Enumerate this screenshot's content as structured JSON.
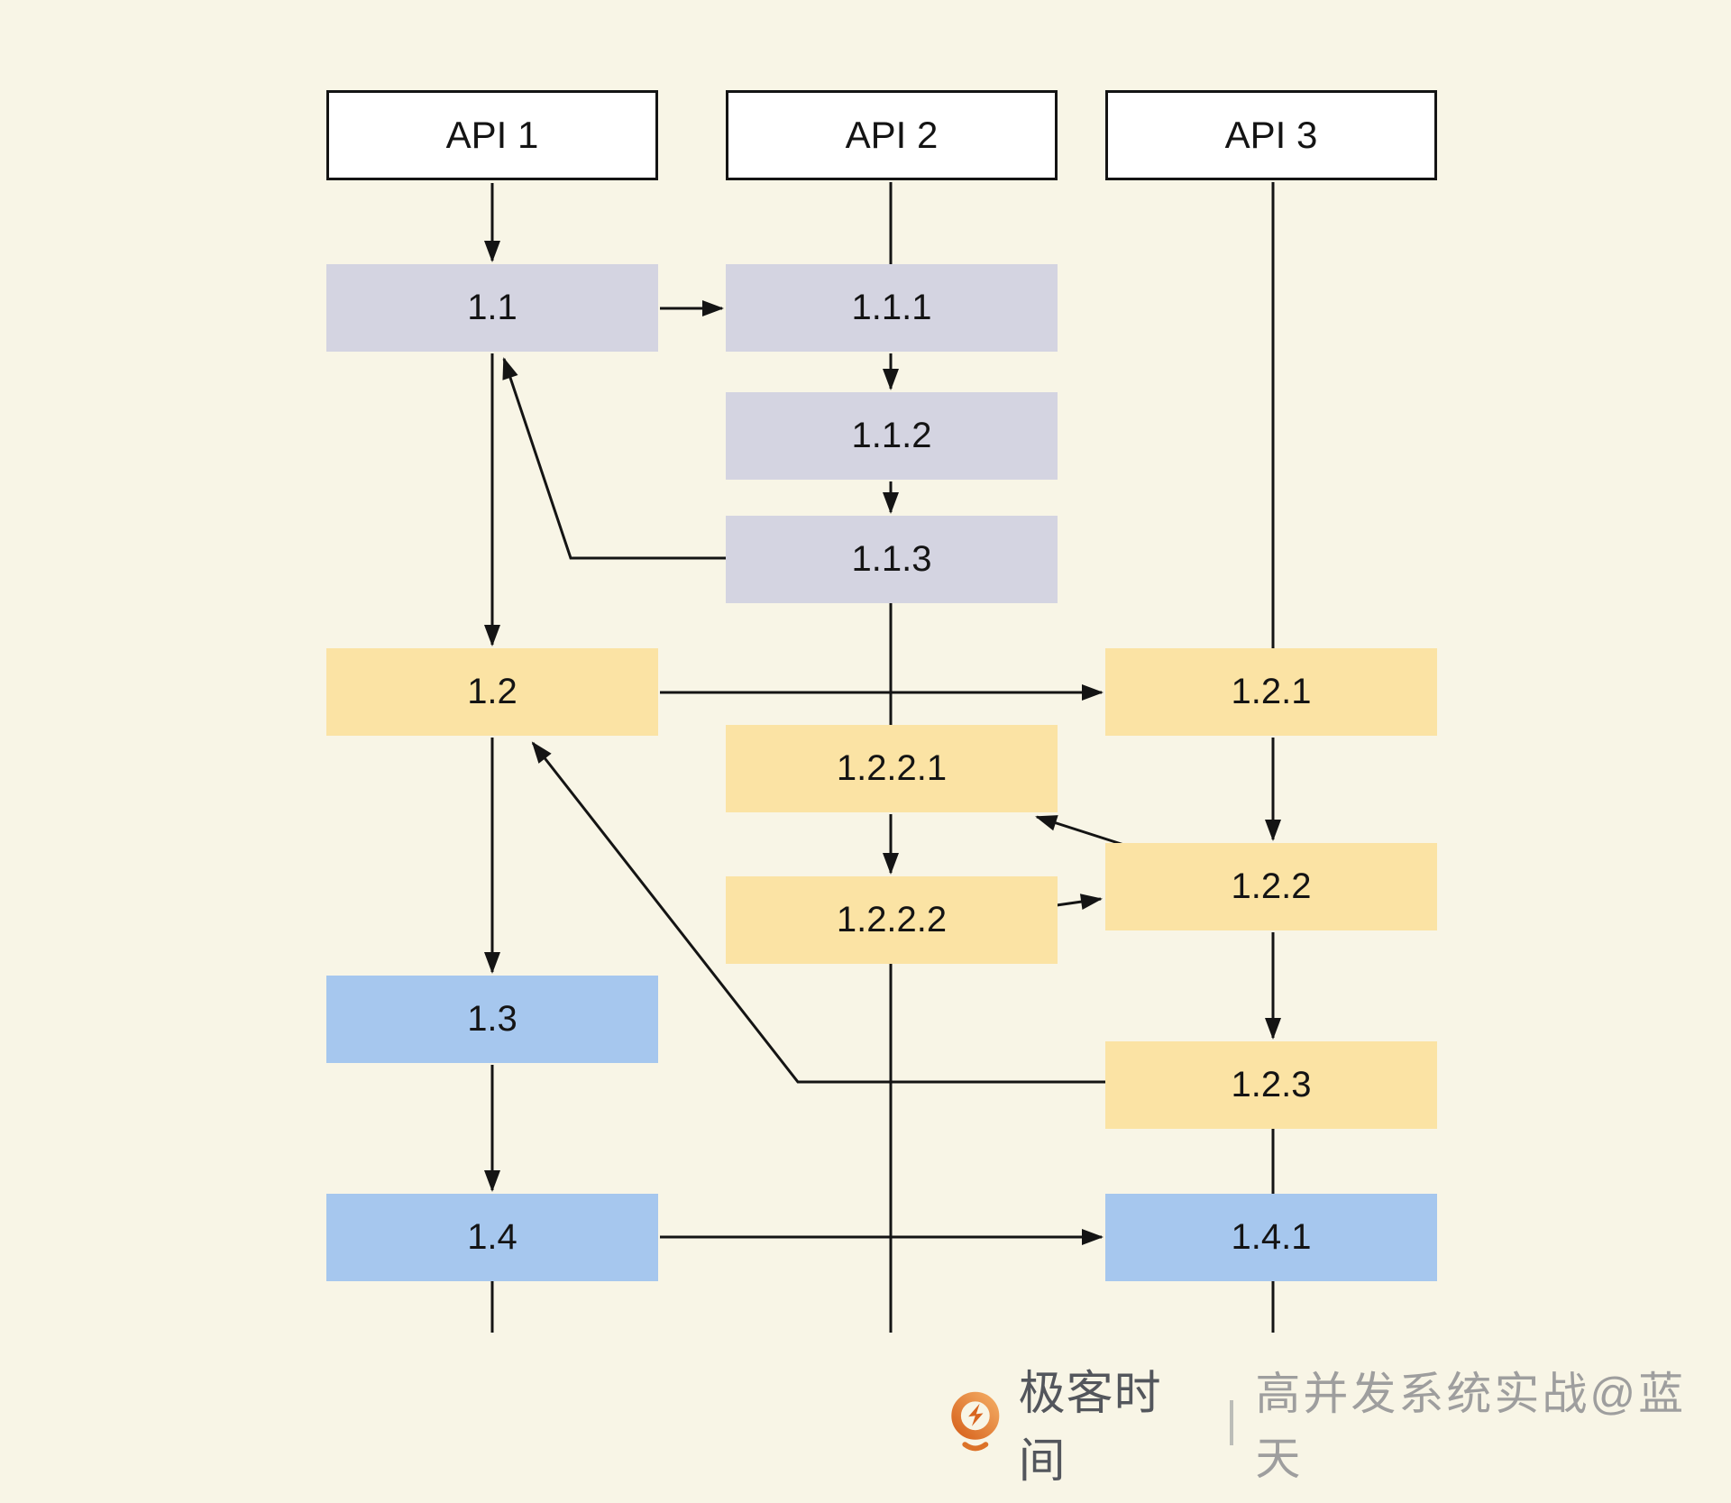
{
  "diagram": {
    "columns": [
      {
        "id": "api-1",
        "label": "API 1"
      },
      {
        "id": "api-2",
        "label": "API 2"
      },
      {
        "id": "api-3",
        "label": "API 3"
      }
    ],
    "nodes": [
      {
        "id": "1.1",
        "label": "1.1",
        "group": "purple"
      },
      {
        "id": "1.1.1",
        "label": "1.1.1",
        "group": "purple"
      },
      {
        "id": "1.1.2",
        "label": "1.1.2",
        "group": "purple"
      },
      {
        "id": "1.1.3",
        "label": "1.1.3",
        "group": "purple"
      },
      {
        "id": "1.2",
        "label": "1.2",
        "group": "yellow"
      },
      {
        "id": "1.2.1",
        "label": "1.2.1",
        "group": "yellow"
      },
      {
        "id": "1.2.2.1",
        "label": "1.2.2.1",
        "group": "yellow"
      },
      {
        "id": "1.2.2",
        "label": "1.2.2",
        "group": "yellow"
      },
      {
        "id": "1.2.2.2",
        "label": "1.2.2.2",
        "group": "yellow"
      },
      {
        "id": "1.2.3",
        "label": "1.2.3",
        "group": "yellow"
      },
      {
        "id": "1.3",
        "label": "1.3",
        "group": "blue"
      },
      {
        "id": "1.4",
        "label": "1.4",
        "group": "blue"
      },
      {
        "id": "1.4.1",
        "label": "1.4.1",
        "group": "blue"
      }
    ],
    "edges": [
      {
        "from": "API 1",
        "to": "1.1",
        "style": "arrow"
      },
      {
        "from": "API 2",
        "to": "1.1.1",
        "style": "line"
      },
      {
        "from": "API 3",
        "to": "1.2.1",
        "style": "line"
      },
      {
        "from": "1.1",
        "to": "1.1.1",
        "style": "arrow"
      },
      {
        "from": "1.1.1",
        "to": "1.1.2",
        "style": "arrow"
      },
      {
        "from": "1.1.2",
        "to": "1.1.3",
        "style": "arrow"
      },
      {
        "from": "1.1.3",
        "to": "1.1",
        "style": "arrow"
      },
      {
        "from": "1.1",
        "to": "1.2",
        "style": "arrow"
      },
      {
        "from": "1.2",
        "to": "1.2.1",
        "style": "arrow"
      },
      {
        "from": "1.1.3",
        "to": "1.2.2.1",
        "style": "line"
      },
      {
        "from": "1.2.2.1",
        "to": "1.2.2.2",
        "style": "arrow"
      },
      {
        "from": "1.2.1",
        "to": "1.2.2",
        "style": "arrow"
      },
      {
        "from": "1.2.2",
        "to": "1.2.2.1",
        "style": "arrow"
      },
      {
        "from": "1.2.2.2",
        "to": "1.2.2",
        "style": "arrow"
      },
      {
        "from": "1.2.2",
        "to": "1.2.3",
        "style": "arrow"
      },
      {
        "from": "1.2.3",
        "to": "1.2",
        "style": "arrow"
      },
      {
        "from": "1.2",
        "to": "1.3",
        "style": "arrow"
      },
      {
        "from": "1.3",
        "to": "1.4",
        "style": "arrow"
      },
      {
        "from": "1.4",
        "to": "1.4.1",
        "style": "arrow"
      },
      {
        "from": "1.2.3",
        "to": "1.4.1",
        "style": "line"
      }
    ]
  },
  "footer": {
    "brand": "极客时间",
    "watermark": "高并发系统实战@蓝天",
    "logo_icon": "geek-time-logo"
  },
  "colors": {
    "background": "#f8f5e6",
    "node_purple": "#d4d4e1",
    "node_yellow": "#fbe3a4",
    "node_blue": "#a6c7ee",
    "header_fill": "#ffffff",
    "line": "#141414",
    "logo_orange_light": "#f2a961",
    "logo_orange_dark": "#d8651f",
    "brand_text": "#53565c",
    "watermark_text": "#9e9e9e"
  }
}
